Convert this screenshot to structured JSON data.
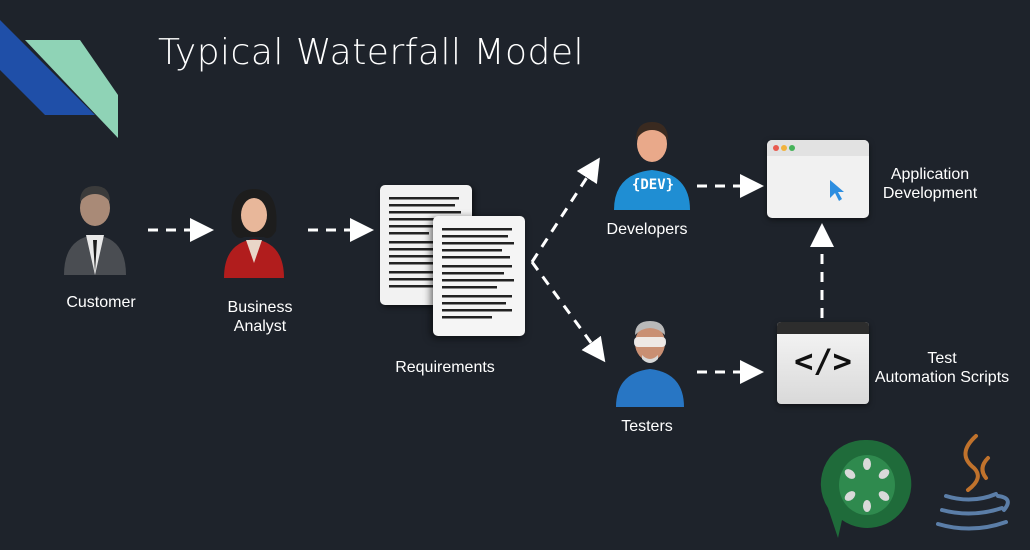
{
  "slide": {
    "title": "Typical Waterfall Model"
  },
  "nodes": {
    "customer": "Customer",
    "business_analyst": "Business\nAnalyst",
    "requirements": "Requirements",
    "developers": "Developers",
    "testers": "Testers",
    "application_development": "Application\nDevelopment",
    "test_automation_scripts": "Test\nAutomation Scripts"
  },
  "icons": {
    "dev_badge": "{DEV}",
    "code_symbol": "</>"
  },
  "colors": {
    "background": "#1e232b",
    "accent_blue": "#1f4fa8",
    "accent_green": "#8fd3b6",
    "cucumber_green": "#1f6b3a"
  }
}
